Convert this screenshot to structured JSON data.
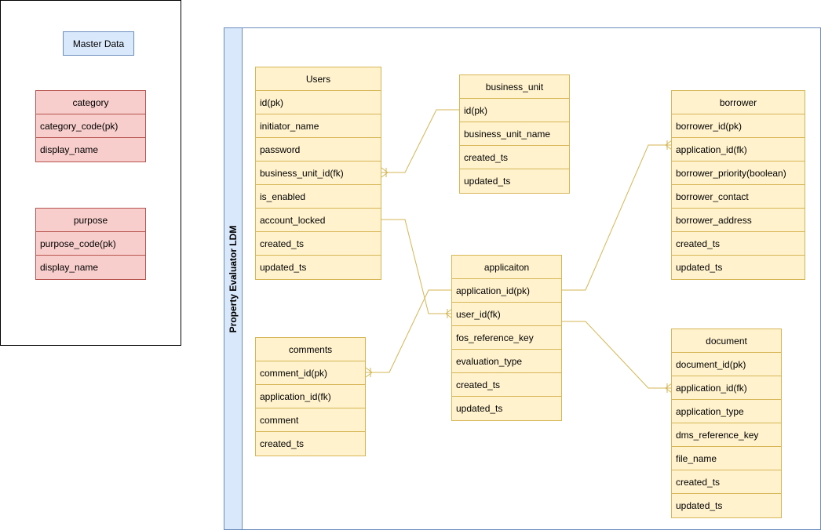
{
  "master": {
    "label": "Master Data",
    "entities": [
      {
        "id": "category",
        "title": "category",
        "fields": [
          "category_code(pk)",
          "display_name"
        ]
      },
      {
        "id": "purpose",
        "title": "purpose",
        "fields": [
          "purpose_code(pk)",
          "display_name"
        ]
      }
    ]
  },
  "ldm": {
    "title": "Property Evaluator LDM",
    "entities": [
      {
        "id": "users",
        "title": "Users",
        "fields": [
          "id(pk)",
          "initiator_name",
          "password",
          "business_unit_id(fk)",
          "is_enabled",
          "account_locked",
          "created_ts",
          "updated_ts"
        ]
      },
      {
        "id": "business_unit",
        "title": "business_unit",
        "fields": [
          "id(pk)",
          "business_unit_name",
          "created_ts",
          "updated_ts"
        ]
      },
      {
        "id": "borrower",
        "title": "borrower",
        "fields": [
          "borrower_id(pk)",
          "application_id(fk)",
          "borrower_priority(boolean)",
          "borrower_contact",
          "borrower_address",
          "created_ts",
          "updated_ts"
        ]
      },
      {
        "id": "application",
        "title": "applicaiton",
        "fields": [
          "application_id(pk)",
          "user_id(fk)",
          "fos_reference_key",
          "evaluation_type",
          "created_ts",
          "updated_ts"
        ]
      },
      {
        "id": "comments",
        "title": "comments",
        "fields": [
          "comment_id(pk)",
          "application_id(fk)",
          "comment",
          "created_ts"
        ]
      },
      {
        "id": "document",
        "title": "document",
        "fields": [
          "document_id(pk)",
          "application_id(fk)",
          "application_type",
          "dms_reference_key",
          "file_name",
          "created_ts",
          "updated_ts"
        ]
      }
    ]
  },
  "colors": {
    "entity_fill": "#fff2cc",
    "entity_stroke": "#d6b656",
    "master_fill": "#f8cecc",
    "master_stroke": "#b85450",
    "container_fill": "#dae8fc",
    "container_stroke": "#6c8ebf",
    "connector": "#d6b656"
  }
}
